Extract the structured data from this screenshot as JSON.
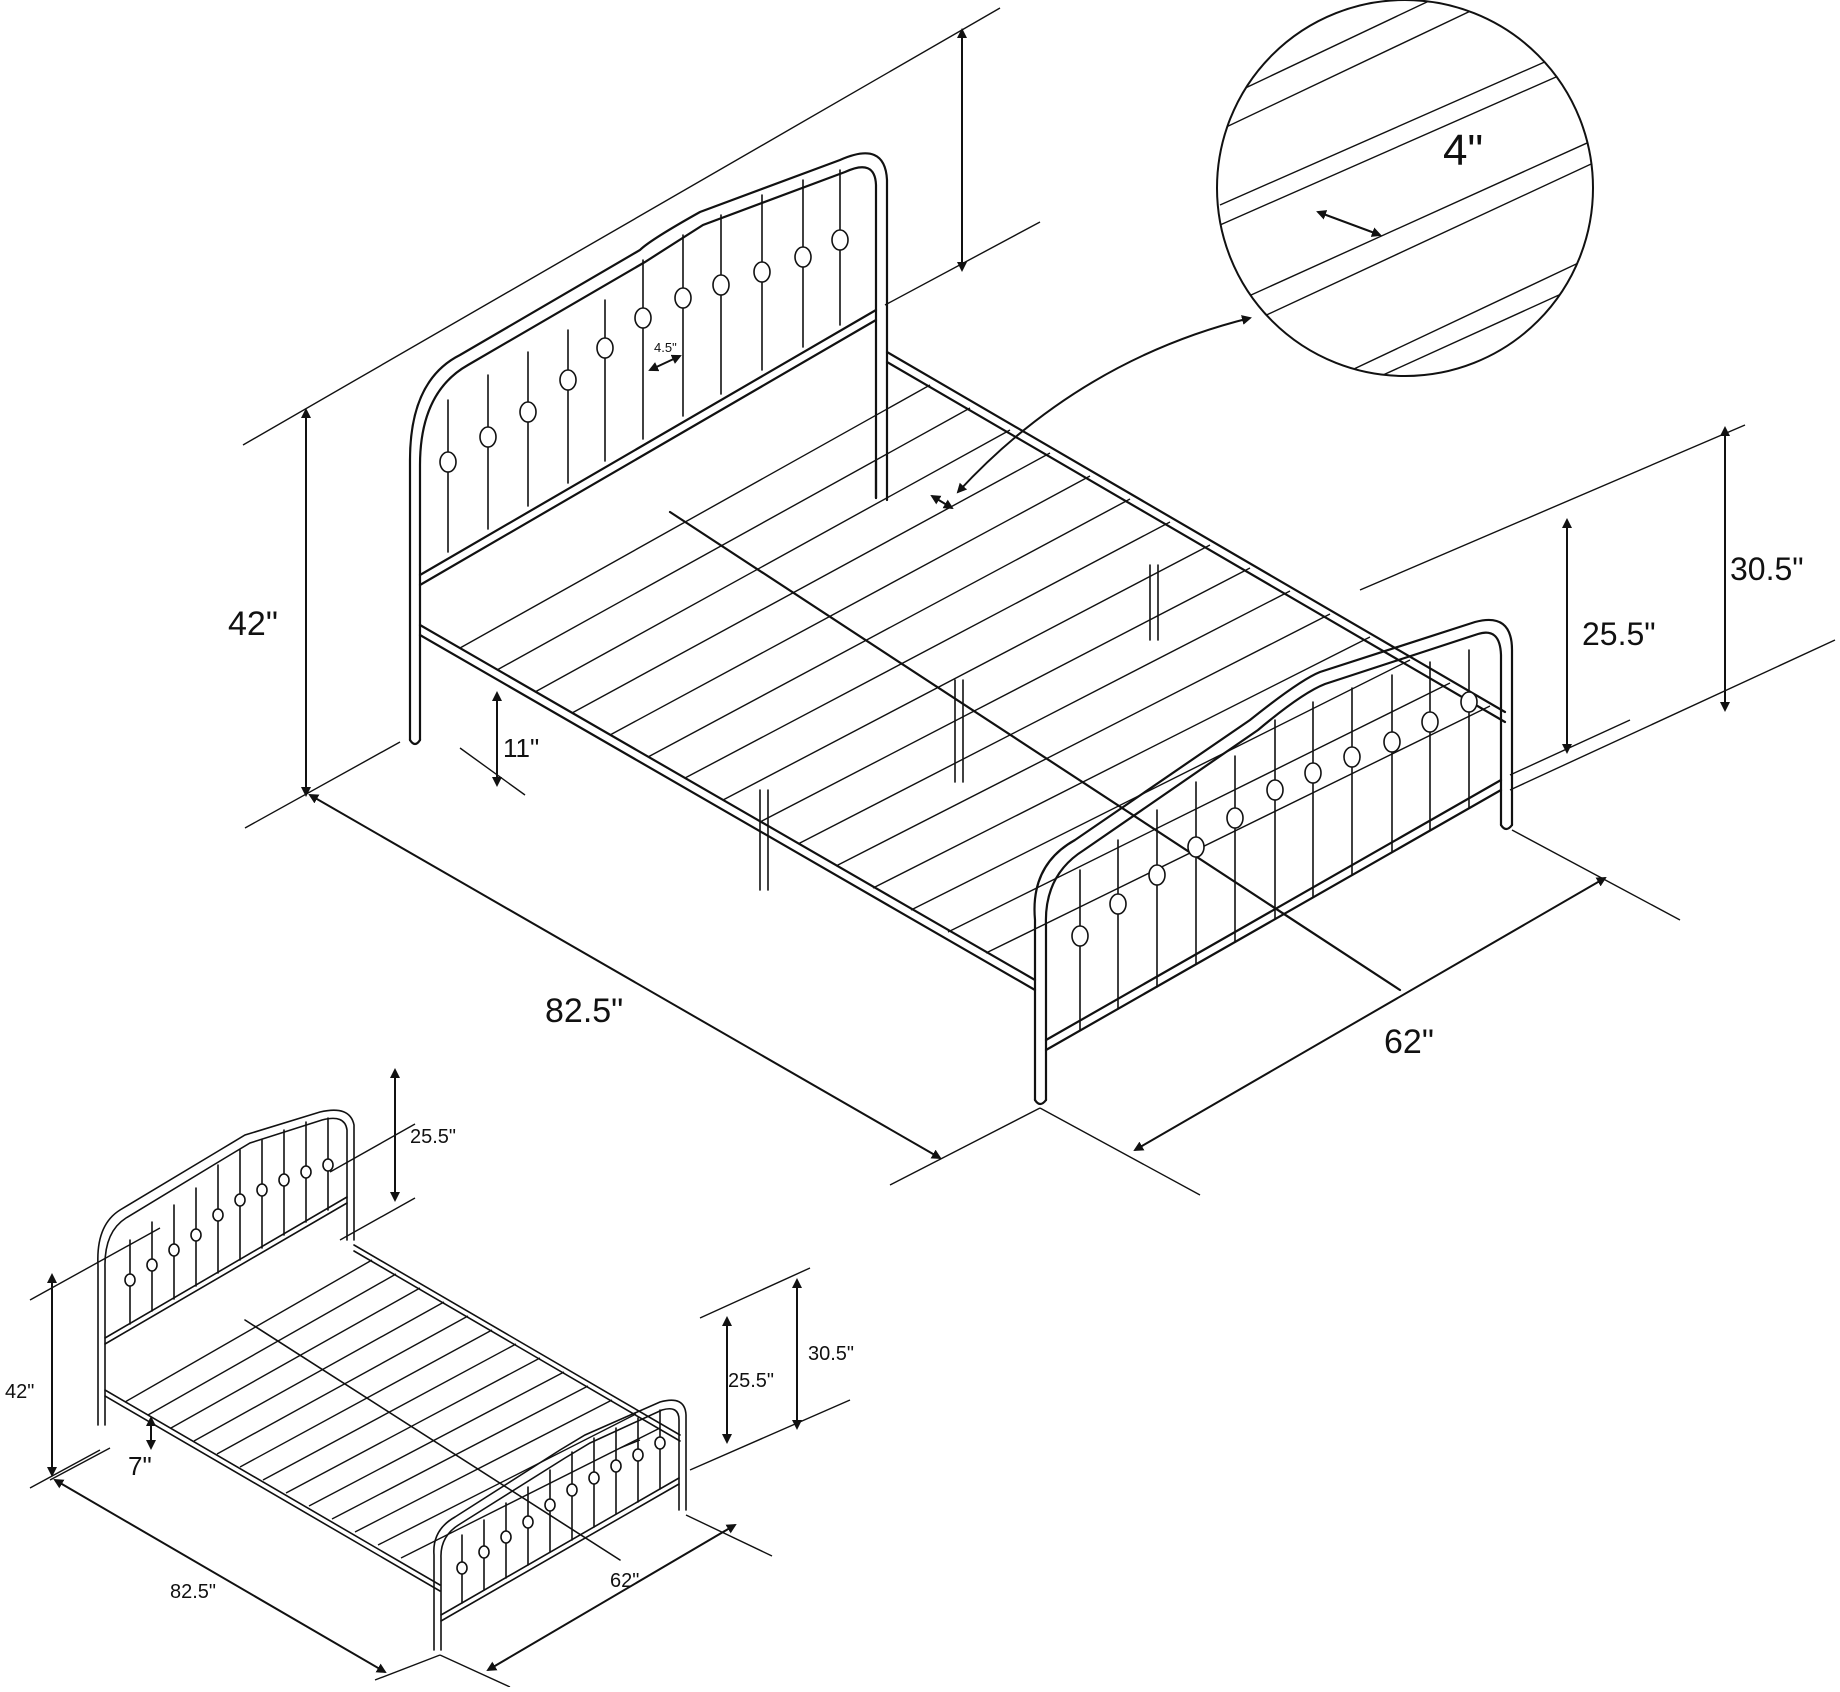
{
  "main_view": {
    "headboard_height": "42\"",
    "leg_clearance": "11\"",
    "length": "82.5\"",
    "width": "62\"",
    "footboard_height": "30.5\"",
    "footboard_top_offset": "25.5\"",
    "spindle_gap": "4.5\""
  },
  "detail_callout": {
    "slat_gap": "4\""
  },
  "small_view": {
    "headboard_top_offset": "25.5\"",
    "headboard_height": "42\"",
    "leg_clearance": "7\"",
    "footboard_top_offset": "25.5\"",
    "footboard_height": "30.5\"",
    "length": "82.5\"",
    "width": "62\""
  },
  "icons": [
    "dimension-arrow-icon",
    "detail-magnifier-icon"
  ]
}
